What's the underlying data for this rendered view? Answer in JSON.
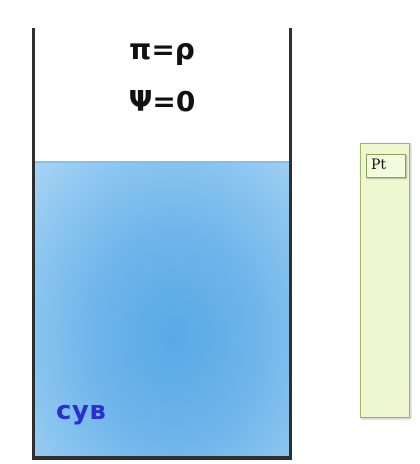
{
  "beaker": {
    "formula_line1": "π=ρ",
    "formula_line2": "Ψ=0",
    "water_label": "сув"
  },
  "electrode": {
    "label": "Pt"
  },
  "colors": {
    "water": "#6db4ea",
    "water_label": "#2a2fd0",
    "electrode": "#eef7cf",
    "beaker_wall": "#2f2f2f"
  }
}
